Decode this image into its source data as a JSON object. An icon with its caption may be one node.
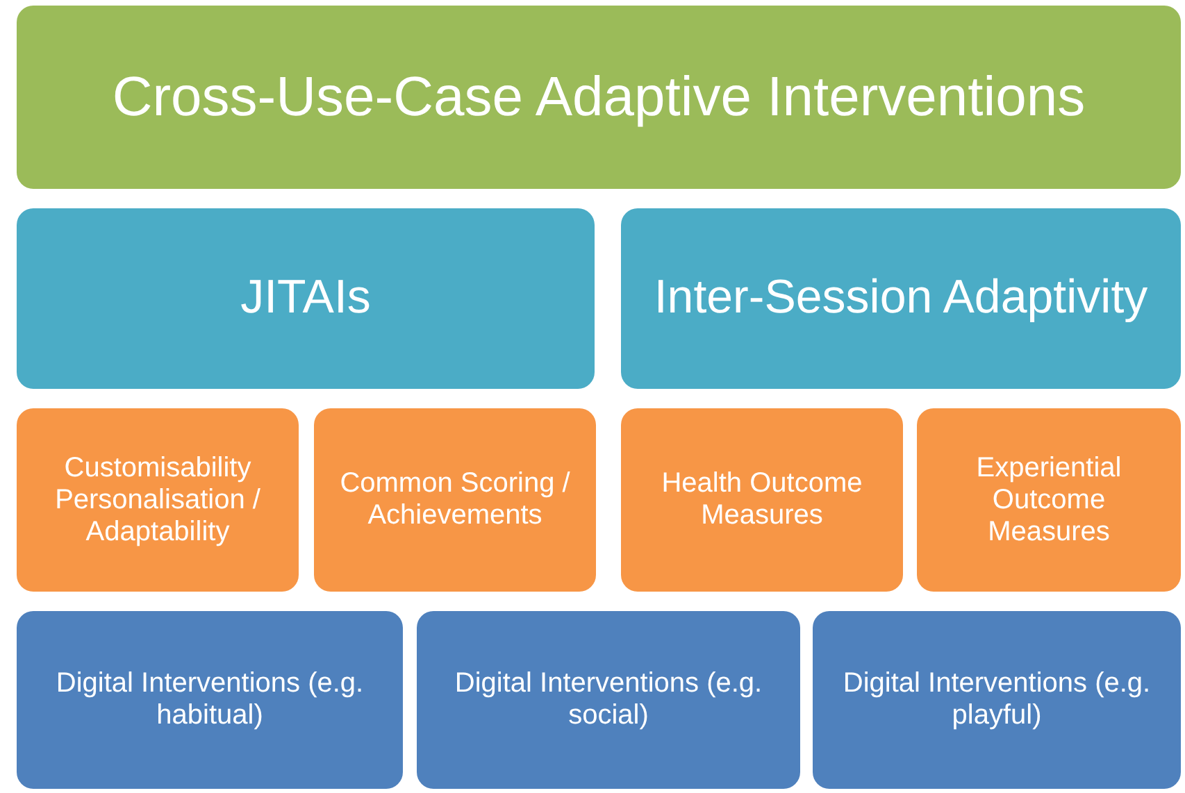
{
  "diagram": {
    "nodes": [
      {
        "text": [
          "Cross-Use-Case Adaptive Interventions"
        ]
      },
      {
        "text": [
          "JITAIs"
        ]
      },
      {
        "text": [
          "Inter-Session Adaptivity"
        ]
      },
      {
        "text": [
          "Customisability Personalisation / Adaptability"
        ]
      },
      {
        "text": [
          "Common Scoring / Achievements"
        ]
      },
      {
        "text": [
          "Health Outcome Measures"
        ]
      },
      {
        "text": [
          "Experiential Outcome Measures"
        ]
      },
      {
        "text": [
          "Digital Interventions (e.g. habitual)"
        ]
      },
      {
        "text": [
          "Digital Interventions (e.g. social)"
        ]
      },
      {
        "text": [
          "Digital Interventions (e.g. playful)"
        ]
      }
    ]
  }
}
